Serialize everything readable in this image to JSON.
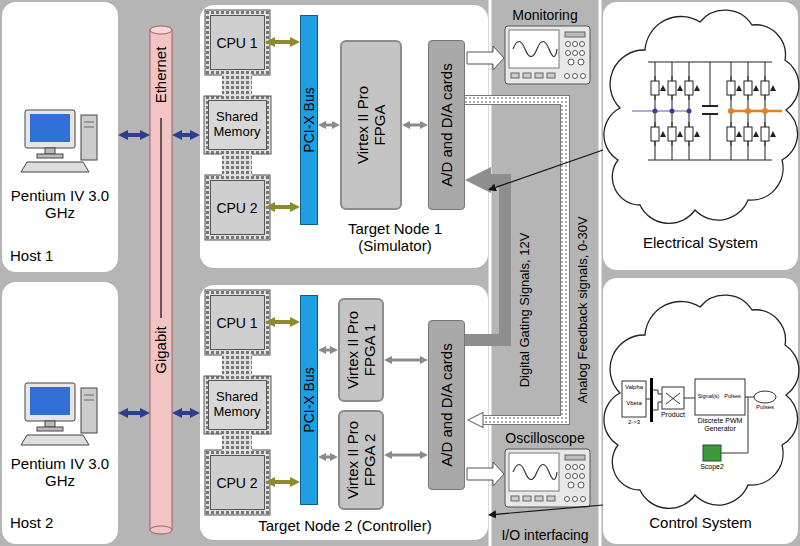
{
  "diagram": {
    "nodes": [
      {
        "text": [
          "Pentium IV 3.0 GHz",
          "Host 1"
        ]
      },
      {
        "text": [
          "Pentium IV 3.0 GHz",
          "Host 2"
        ]
      },
      {
        "text": [
          "Ethernet",
          "Gigabit"
        ]
      },
      {
        "text": [
          "Target Node 1 (Simulator)"
        ]
      },
      {
        "text": [
          "CPU 1"
        ],
        "in": 3
      },
      {
        "text": [
          "Shared Memory"
        ],
        "in": 3
      },
      {
        "text": [
          "CPU 2"
        ],
        "in": 3
      },
      {
        "text": [
          "PCI-X Bus"
        ],
        "in": 3
      },
      {
        "text": [
          "Virtex II Pro FPGA"
        ],
        "in": 3
      },
      {
        "text": [
          "A/D and D/A cards"
        ],
        "in": 3
      },
      {
        "text": [
          "Target Node 2 (Controller)"
        ]
      },
      {
        "text": [
          "CPU 1"
        ],
        "in": 10
      },
      {
        "text": [
          "Shared Memory"
        ],
        "in": 10
      },
      {
        "text": [
          "CPU 2"
        ],
        "in": 10
      },
      {
        "text": [
          "PCI-X Bus"
        ],
        "in": 10
      },
      {
        "text": [
          "Virtex II Pro FPGA 1"
        ],
        "in": 10
      },
      {
        "text": [
          "Virtex II Pro FPGA 2"
        ],
        "in": 10
      },
      {
        "text": [
          "A/D and D/A cards"
        ],
        "in": 10
      },
      {
        "text": [
          "I/O interfacing"
        ]
      },
      {
        "text": [
          "Electrical System"
        ]
      },
      {
        "text": [
          "Control System"
        ]
      }
    ],
    "edges": [
      {
        "from": 0,
        "to": 2,
        "arrow": "both"
      },
      {
        "from": 2,
        "to": 3,
        "arrow": "both"
      },
      {
        "from": 1,
        "to": 2,
        "arrow": "both"
      },
      {
        "from": 2,
        "to": 10,
        "arrow": "both"
      },
      {
        "from": 4,
        "to": 7,
        "arrow": "both"
      },
      {
        "from": 6,
        "to": 7,
        "arrow": "both"
      },
      {
        "from": 4,
        "to": 5,
        "arrow": "none"
      },
      {
        "from": 5,
        "to": 6,
        "arrow": "none"
      },
      {
        "from": 7,
        "to": 8,
        "arrow": "both"
      },
      {
        "from": 8,
        "to": 9,
        "arrow": "both"
      },
      {
        "from": 11,
        "to": 14,
        "arrow": "both"
      },
      {
        "from": 13,
        "to": 14,
        "arrow": "both"
      },
      {
        "from": 11,
        "to": 12,
        "arrow": "none"
      },
      {
        "from": 12,
        "to": 13,
        "arrow": "none"
      },
      {
        "from": 14,
        "to": 15,
        "arrow": "both"
      },
      {
        "from": 14,
        "to": 16,
        "arrow": "both"
      },
      {
        "from": 15,
        "to": 17,
        "arrow": "both"
      },
      {
        "from": 16,
        "to": 17,
        "arrow": "both"
      },
      {
        "from": 17,
        "to": 9,
        "label": "Digital Gating Signals, 12V",
        "arrow": "to"
      },
      {
        "from": 9,
        "to": 17,
        "label": "Analog Feedback signals, 0-30V",
        "arrow": "to"
      },
      {
        "from": 19,
        "to": 3,
        "arrow": "to"
      },
      {
        "from": 20,
        "to": 10,
        "arrow": "to"
      }
    ],
    "labels": [
      "Monitoring",
      "Oscilloscope",
      "Valpha",
      "Vbeta",
      "2->3",
      "Product",
      "Signal(s)",
      "Pulses",
      "Discrete PWM Generator",
      "Pulses",
      "Scope2"
    ]
  }
}
